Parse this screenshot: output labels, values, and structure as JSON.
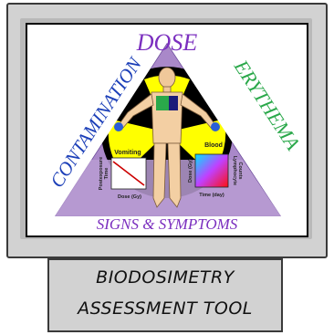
{
  "logo": {
    "word_top": "DOSE",
    "word_left": "CONTAMINATION",
    "word_right": "ERYTHEMA",
    "word_bottom": "SIGNS & SYMPTOMS",
    "panel_left": {
      "title": "Vomiting",
      "y_label_line1": "Postexposure",
      "y_label_line2": "Time",
      "x_label": "Dose (Gy)"
    },
    "panel_right": {
      "title": "Blood",
      "y_label": "Dose (Gy)",
      "y2_label_line1": "Lymphocyte",
      "y2_label_line2": "Counts",
      "x_label": "Time (day)"
    }
  },
  "tool_name": {
    "line1": "BIODOSIMETRY",
    "line2": "ASSESSMENT TOOL"
  },
  "colors": {
    "purple": "#7b2fbf",
    "green": "#2aa84a",
    "blue": "#1c3fb8",
    "yellow": "#ffff00",
    "triangle_bg": "#a988c9"
  }
}
